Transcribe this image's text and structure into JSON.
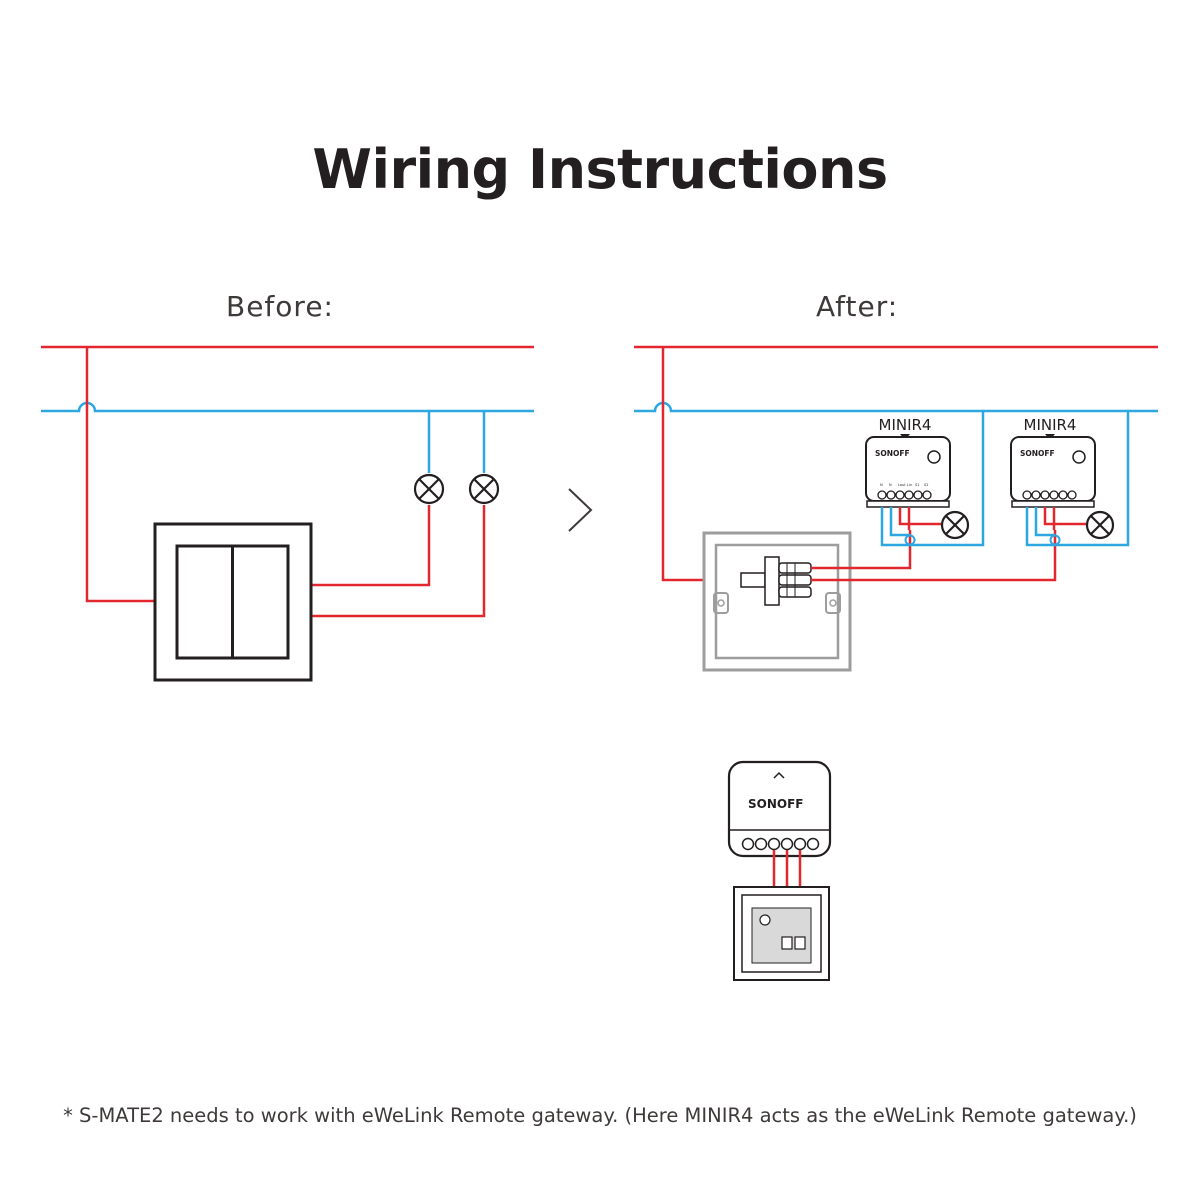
{
  "title": "Wiring Instructions",
  "before_label": "Before:",
  "after_label": "After:",
  "device_labels": [
    "MINIR4",
    "MINIR4"
  ],
  "brand": "SONOFF",
  "footnote": "* S-MATE2 needs to work with eWeLink Remote gateway. (Here MINIR4 acts as the eWeLink Remote gateway.)",
  "colors": {
    "live": "#e2282e",
    "neutral": "#2ea7e0",
    "outline": "#231f20",
    "switch_gray": "#9d9d9d"
  },
  "icons": {
    "arrow": "chevron-right-icon",
    "lamp": "lamp-icon"
  }
}
